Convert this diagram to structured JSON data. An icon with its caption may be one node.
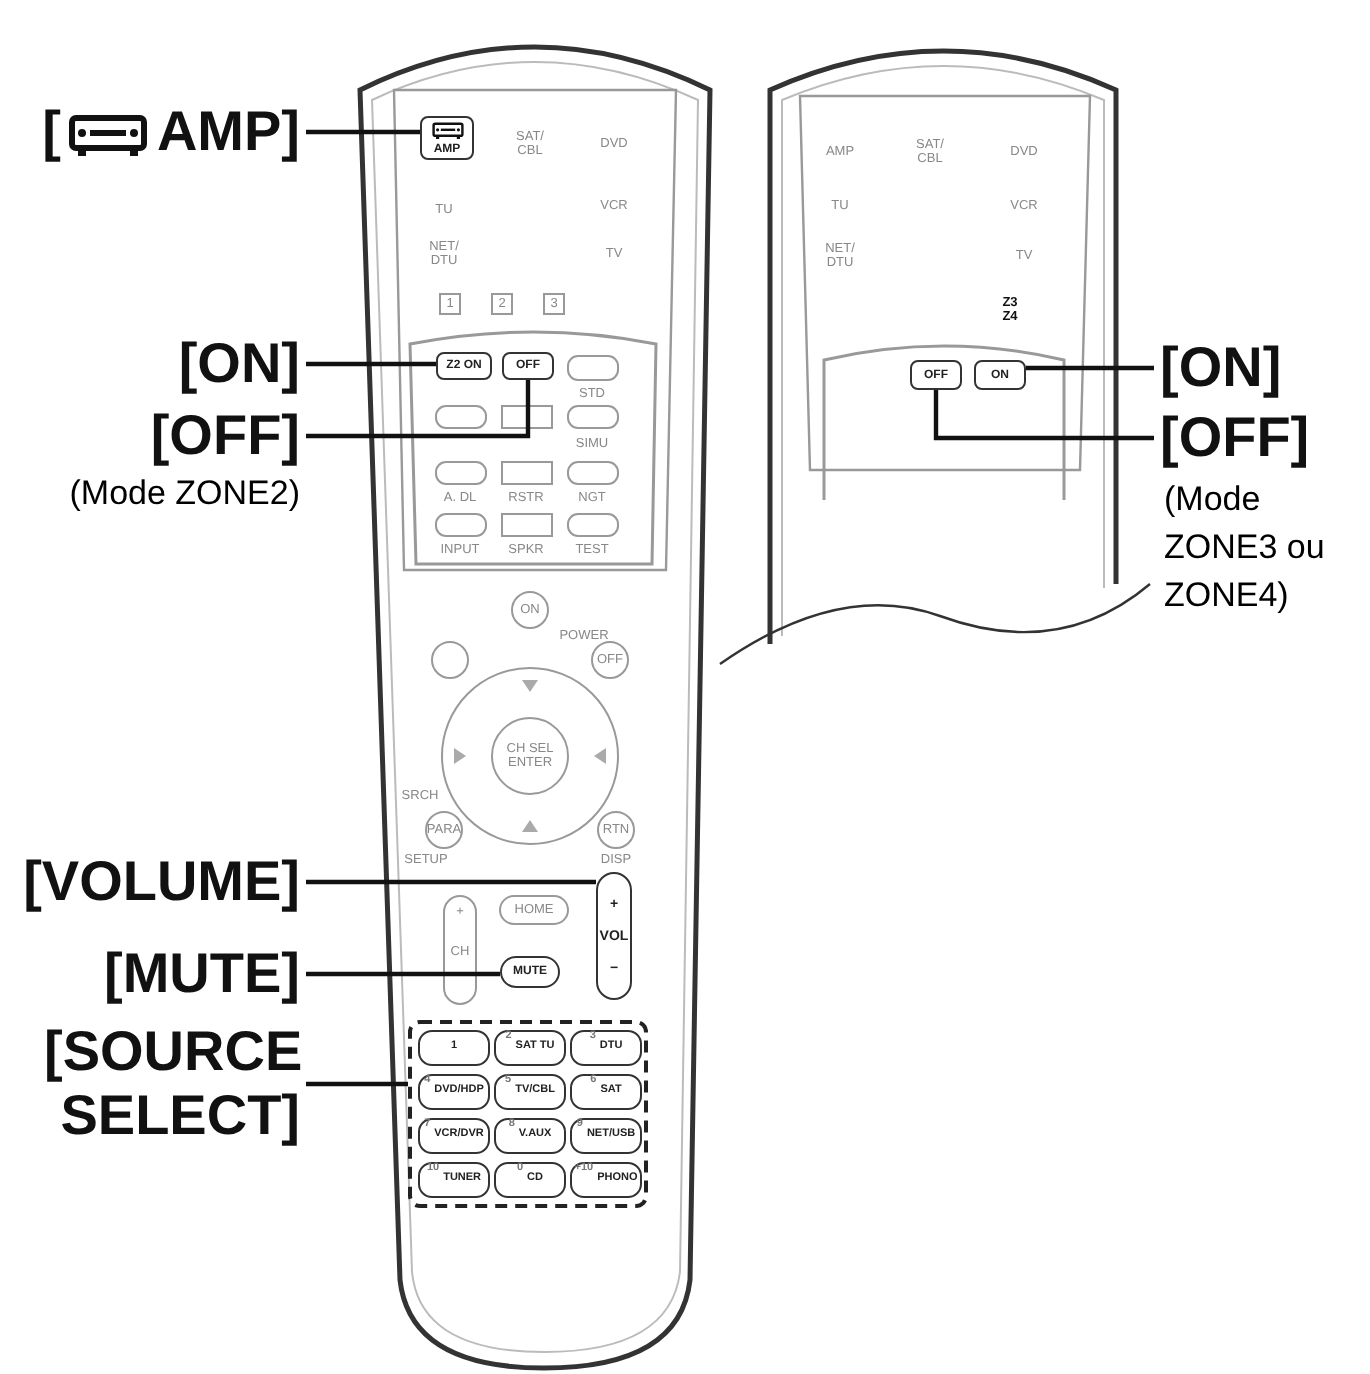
{
  "diagram": {
    "nodes": [
      {
        "text": [
          "[",
          "AMP]"
        ]
      },
      {
        "text": [
          "AMP"
        ]
      },
      {
        "text": [
          "[ON]"
        ]
      },
      {
        "text": [
          "Z2 ON"
        ]
      },
      {
        "text": [
          "[OFF]"
        ],
        "beside": [
          "(Mode ZONE2)"
        ]
      },
      {
        "text": [
          "OFF"
        ]
      },
      {
        "text": [
          "[ON]"
        ]
      },
      {
        "text": [
          "ON"
        ]
      },
      {
        "text": [
          "[OFF]"
        ],
        "beside": [
          "(Mode ZONE3 ou ZONE4)"
        ]
      },
      {
        "text": [
          "OFF"
        ]
      },
      {
        "text": [
          "[VOLUME]"
        ]
      },
      {
        "text": [
          "+",
          "VOL",
          "−"
        ]
      },
      {
        "text": [
          "[MUTE]"
        ]
      },
      {
        "text": [
          "MUTE"
        ]
      },
      {
        "text": [
          "[SOURCE SELECT]"
        ]
      },
      {
        "text": [],
        "shape": "box"
      },
      {
        "text": [
          "1"
        ],
        "in": 15
      },
      {
        "text": [
          "2",
          "SAT TU"
        ],
        "in": 15
      },
      {
        "text": [
          "3",
          "DTU"
        ],
        "in": 15
      },
      {
        "text": [
          "4",
          "DVD/HDP"
        ],
        "in": 15
      },
      {
        "text": [
          "5",
          "TV/CBL"
        ],
        "in": 15
      },
      {
        "text": [
          "6",
          "SAT"
        ],
        "in": 15
      },
      {
        "text": [
          "7",
          "VCR/DVR"
        ],
        "in": 15
      },
      {
        "text": [
          "8",
          "V.AUX"
        ],
        "in": 15
      },
      {
        "text": [
          "9",
          "NET/USB"
        ],
        "in": 15
      },
      {
        "text": [
          "10",
          "TUNER"
        ],
        "in": 15
      },
      {
        "text": [
          "0",
          "CD"
        ],
        "in": 15
      },
      {
        "text": [
          "+10",
          "PHONO"
        ],
        "in": 15
      }
    ],
    "edges": [
      {
        "from": 0,
        "to": 1,
        "arrow": "none"
      },
      {
        "from": 2,
        "to": 3,
        "arrow": "none"
      },
      {
        "from": 4,
        "to": 5,
        "arrow": "none"
      },
      {
        "from": 6,
        "to": 7,
        "arrow": "none"
      },
      {
        "from": 8,
        "to": 9,
        "arrow": "none"
      },
      {
        "from": 10,
        "to": 11,
        "arrow": "none"
      },
      {
        "from": 12,
        "to": 13,
        "arrow": "none"
      },
      {
        "from": 14,
        "to": 15,
        "arrow": "none"
      }
    ],
    "labels": [
      "SAT/ CBL",
      "DVD",
      "TU",
      "VCR",
      "NET/ DTU",
      "TV",
      "1",
      "2",
      "3",
      "STD",
      "SIMU",
      "A. DL",
      "RSTR",
      "NGT",
      "INPUT",
      "SPKR",
      "TEST",
      "ON",
      "POWER",
      "OFF",
      "CH SEL ENTER",
      "SRCH",
      "PARA",
      "RTN",
      "SETUP",
      "DISP",
      "+",
      "CH",
      "HOME",
      "AMP",
      "SAT/ CBL",
      "DVD",
      "TU",
      "VCR",
      "NET/ DTU",
      "TV",
      "Z3 Z4"
    ]
  }
}
